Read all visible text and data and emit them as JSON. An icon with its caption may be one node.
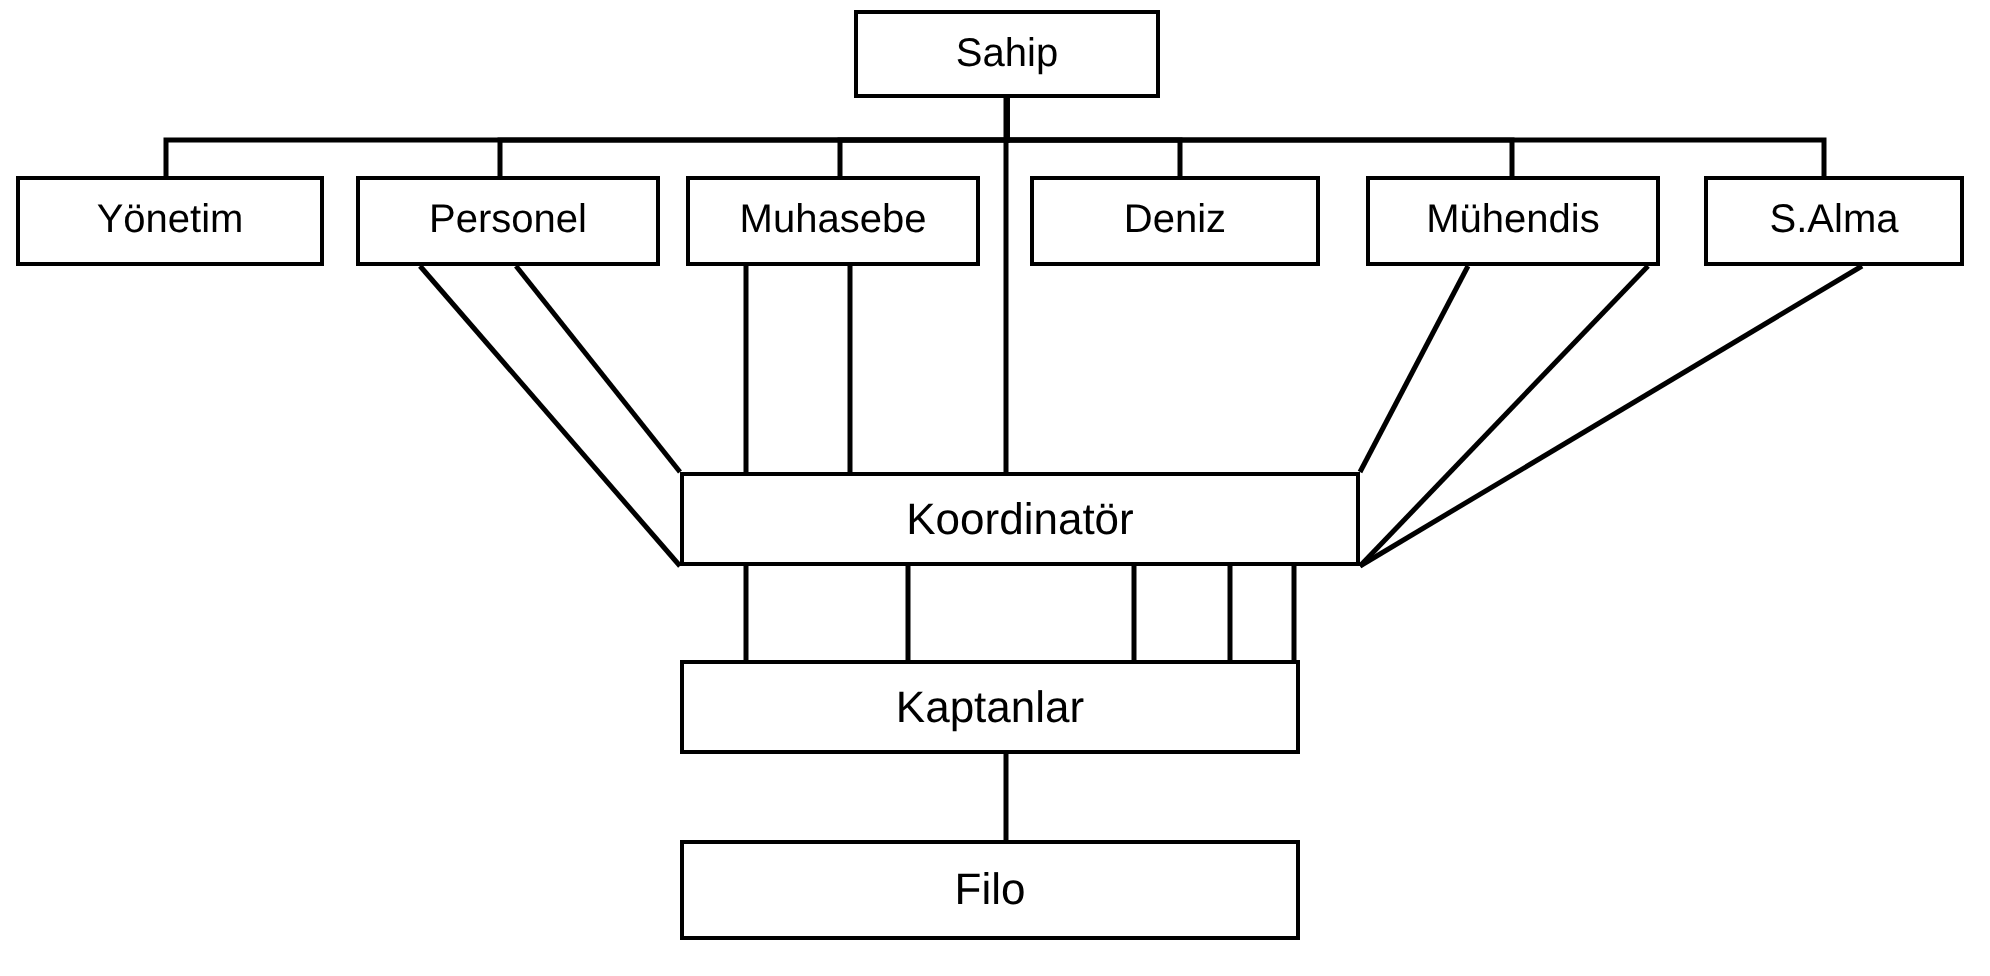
{
  "diagram": {
    "nodes": [
      {
        "text": [
          "Sahip"
        ]
      },
      {
        "text": [
          "Yönetim"
        ]
      },
      {
        "text": [
          "Personel"
        ]
      },
      {
        "text": [
          "Muhasebe"
        ]
      },
      {
        "text": [
          "Deniz"
        ]
      },
      {
        "text": [
          "Mühendis"
        ]
      },
      {
        "text": [
          "S.Alma"
        ]
      },
      {
        "text": [
          "Koordinatör"
        ]
      },
      {
        "text": [
          "Kaptanlar"
        ]
      },
      {
        "text": [
          "Filo"
        ]
      }
    ],
    "edges": [
      {
        "from": 0,
        "to": 1,
        "arrow": "none"
      },
      {
        "from": 0,
        "to": 2,
        "arrow": "none"
      },
      {
        "from": 0,
        "to": 3,
        "arrow": "none"
      },
      {
        "from": 0,
        "to": 4,
        "arrow": "none"
      },
      {
        "from": 0,
        "to": 5,
        "arrow": "none"
      },
      {
        "from": 0,
        "to": 6,
        "arrow": "none"
      },
      {
        "from": 0,
        "to": 7,
        "arrow": "none"
      },
      {
        "from": 2,
        "to": 7,
        "arrow": "none"
      },
      {
        "from": 2,
        "to": 7,
        "arrow": "none"
      },
      {
        "from": 3,
        "to": 7,
        "arrow": "none"
      },
      {
        "from": 3,
        "to": 7,
        "arrow": "none"
      },
      {
        "from": 5,
        "to": 7,
        "arrow": "none"
      },
      {
        "from": 5,
        "to": 7,
        "arrow": "none"
      },
      {
        "from": 6,
        "to": 7,
        "arrow": "none"
      },
      {
        "from": 7,
        "to": 8,
        "arrow": "none"
      },
      {
        "from": 7,
        "to": 8,
        "arrow": "none"
      },
      {
        "from": 7,
        "to": 8,
        "arrow": "none"
      },
      {
        "from": 7,
        "to": 8,
        "arrow": "none"
      },
      {
        "from": 7,
        "to": 8,
        "arrow": "none"
      },
      {
        "from": 8,
        "to": 9,
        "arrow": "none"
      }
    ]
  }
}
